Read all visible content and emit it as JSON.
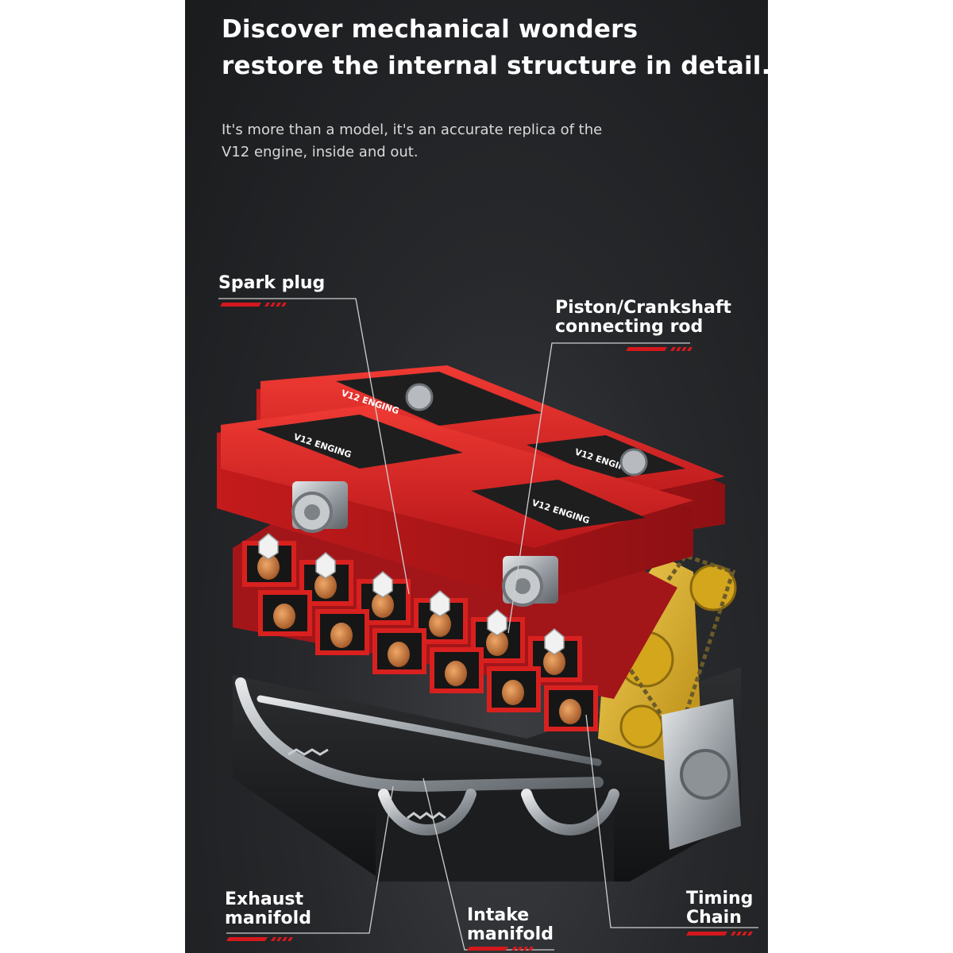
{
  "header": {
    "title_line1": "Discover mechanical wonders",
    "title_line2": "restore the internal structure in detail.",
    "description_line1": "It's more than a model, it's an accurate replica of the",
    "description_line2": "V12 engine, inside and out."
  },
  "engine": {
    "cover_text": "V12 ENGING"
  },
  "callouts": {
    "spark_plug": "Spark plug",
    "piston_line1": "Piston/Crankshaft",
    "piston_line2": "connecting rod",
    "exhaust_line1": "Exhaust",
    "exhaust_line2": "manifold",
    "intake_line1": "Intake",
    "intake_line2": "manifold",
    "timing_line1": "Timing",
    "timing_line2": "Chain"
  },
  "colors": {
    "accent_red": "#d3191d",
    "engine_red": "#d8211f",
    "engine_gold": "#e1b423",
    "chrome": "#b9bcc0",
    "background": "#26282b"
  }
}
